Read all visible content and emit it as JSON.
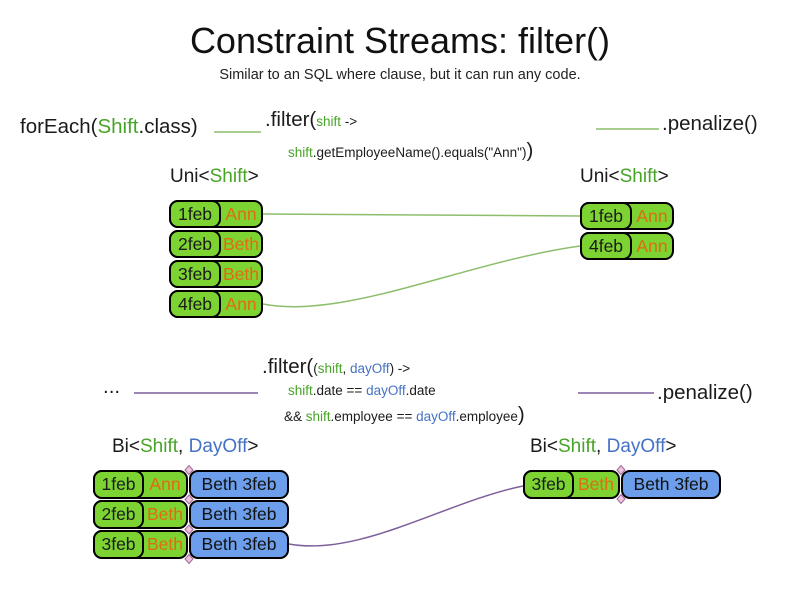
{
  "slide": {
    "title": "Constraint Streams: filter()",
    "subtitle": "Similar to an SQL where clause, but it can run any code."
  },
  "colors": {
    "box_green": "#7CD332",
    "box_blue": "#6D9EEB",
    "employee_orange": "#E06D0C",
    "code_green": "#47A427",
    "code_blue": "#4472C4",
    "line_green": "#8CBE6C",
    "line_purple": "#7D5F9B",
    "diamond_pink": "#EFC2DC"
  },
  "uni_section": {
    "source_code": {
      "foreach_open": "forEach(",
      "class_ref": "Shift",
      "foreach_close": ".class)"
    },
    "filter_code": {
      "method_open": ".filter(",
      "lambda_param": "shift",
      "arrow": " ->",
      "body_param": "shift",
      "body_call": ".getEmployeeName().equals(\"Ann\")",
      "method_close": ")"
    },
    "penalize_label": ".penalize()",
    "input_heading": {
      "open": "Uni<",
      "type_name": "Shift",
      "close": ">"
    },
    "output_heading": {
      "open": "Uni<",
      "type_name": "Shift",
      "close": ">"
    },
    "input_rows": [
      {
        "date": "1feb",
        "employee": "Ann"
      },
      {
        "date": "2feb",
        "employee": "Beth"
      },
      {
        "date": "3feb",
        "employee": "Beth"
      },
      {
        "date": "4feb",
        "employee": "Ann"
      }
    ],
    "output_rows": [
      {
        "date": "1feb",
        "employee": "Ann"
      },
      {
        "date": "4feb",
        "employee": "Ann"
      }
    ]
  },
  "bi_section": {
    "source_label": "...",
    "filter_code": {
      "method_open": ".filter(",
      "params_open": "(",
      "param1": "shift",
      "comma": ", ",
      "param2": "dayOff",
      "params_close_arrow": ") ->",
      "cond1_var1": "shift",
      "cond1_op": ".date == ",
      "cond1_var2": "dayOff",
      "cond1_end": ".date",
      "cond2_and": "&& ",
      "cond2_var1": "shift",
      "cond2_op": ".employee == ",
      "cond2_var2": "dayOff",
      "cond2_end": ".employee",
      "method_close": ")"
    },
    "penalize_label": ".penalize()",
    "input_heading": {
      "open": "Bi<",
      "type1": "Shift",
      "comma": ", ",
      "type2": "DayOff",
      "close": ">"
    },
    "output_heading": {
      "open": "Bi<",
      "type1": "Shift",
      "comma": ", ",
      "type2": "DayOff",
      "close": ">"
    },
    "input_rows": [
      {
        "date": "1feb",
        "employee": "Ann",
        "dayoff": "Beth 3feb"
      },
      {
        "date": "2feb",
        "employee": "Beth",
        "dayoff": "Beth 3feb"
      },
      {
        "date": "3feb",
        "employee": "Beth",
        "dayoff": "Beth 3feb"
      }
    ],
    "output_rows": [
      {
        "date": "3feb",
        "employee": "Beth",
        "dayoff": "Beth 3feb"
      }
    ]
  }
}
